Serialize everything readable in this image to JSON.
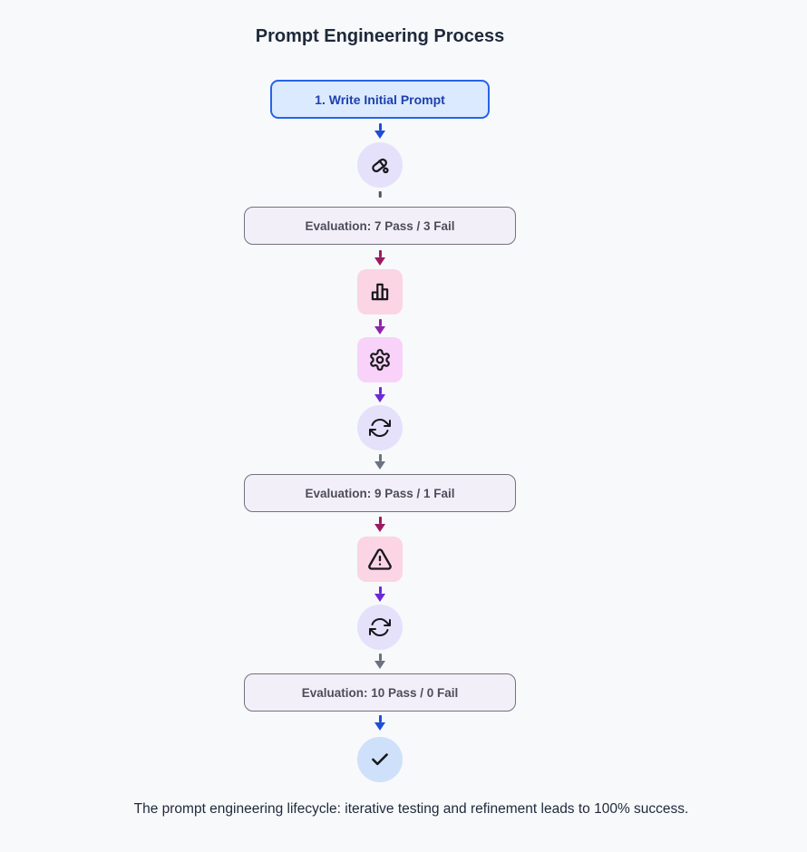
{
  "title": "Prompt Engineering Process",
  "caption": "The prompt engineering lifecycle: iterative testing and refinement leads to 100% success.",
  "flow": {
    "start": {
      "label": "1. Write Initial Prompt"
    },
    "evaluations": [
      {
        "label": "Evaluation: 7 Pass / 3 Fail",
        "pass": 7,
        "fail": 3
      },
      {
        "label": "Evaluation: 9 Pass / 1 Fail",
        "pass": 9,
        "fail": 1
      },
      {
        "label": "Evaluation: 10 Pass / 0 Fail",
        "pass": 10,
        "fail": 0
      }
    ],
    "icon_nodes": [
      "pen-icon",
      "bar-chart-icon",
      "gear-icon",
      "refresh-icon",
      "alert-triangle-icon",
      "refresh-icon",
      "check-icon"
    ]
  },
  "colors": {
    "background": "#f8f9fb",
    "title_text": "#1e293b",
    "caption_text": "#1e293b",
    "start_fill": "#dbeafe",
    "start_border": "#2563eb",
    "start_text": "#1e40af",
    "eval_fill": "#f2eff8",
    "eval_border": "#717180",
    "eval_text": "#4d4d59",
    "icon_circle_lavender": "#e5e1fb",
    "icon_square_pink": "#fbd5e4",
    "icon_square_fuchsia": "#f8d2f9",
    "icon_circle_blue": "#cfe0fa",
    "icon_stroke": "#18181b",
    "arrow_blue": "#1d4ed8",
    "arrow_magenta": "#9b1a62",
    "arrow_purple": "#8e24aa",
    "arrow_violet": "#6d28d9",
    "arrow_gray": "#6b7280",
    "dash_gray": "#52525b"
  }
}
